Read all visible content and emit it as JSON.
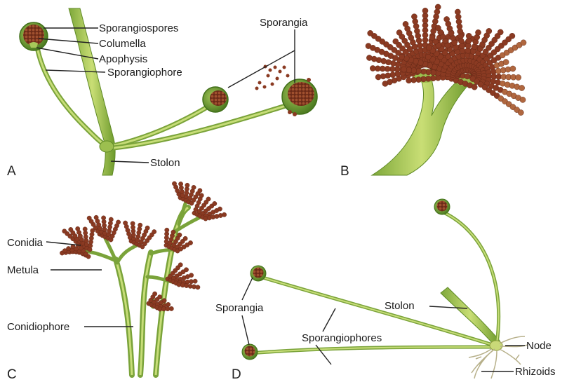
{
  "panels": {
    "a": {
      "letter": "A",
      "labels": {
        "sporangiospores": "Sporangiospores",
        "columella": "Columella",
        "apophysis": "Apophysis",
        "sporangiophore": "Sporangiophore",
        "sporangia": "Sporangia",
        "stolon": "Stolon"
      }
    },
    "b": {
      "letter": "B"
    },
    "c": {
      "letter": "C",
      "labels": {
        "conidia": "Conidia",
        "metula": "Metula",
        "conidiophore": "Conidiophore"
      }
    },
    "d": {
      "letter": "D",
      "labels": {
        "sporangia": "Sporangia",
        "stolon": "Stolon",
        "sporangiophores": "Sporangiophores",
        "node": "Node",
        "rhizoids": "Rhizoids"
      }
    }
  },
  "colors": {
    "hypha_light": "#c3d86a",
    "hypha_dark": "#6f9a2e",
    "spore": "#8a3a22",
    "spore_light": "#b0673f",
    "sporangium_wall": "#5e8d2a",
    "leader": "#222222"
  }
}
